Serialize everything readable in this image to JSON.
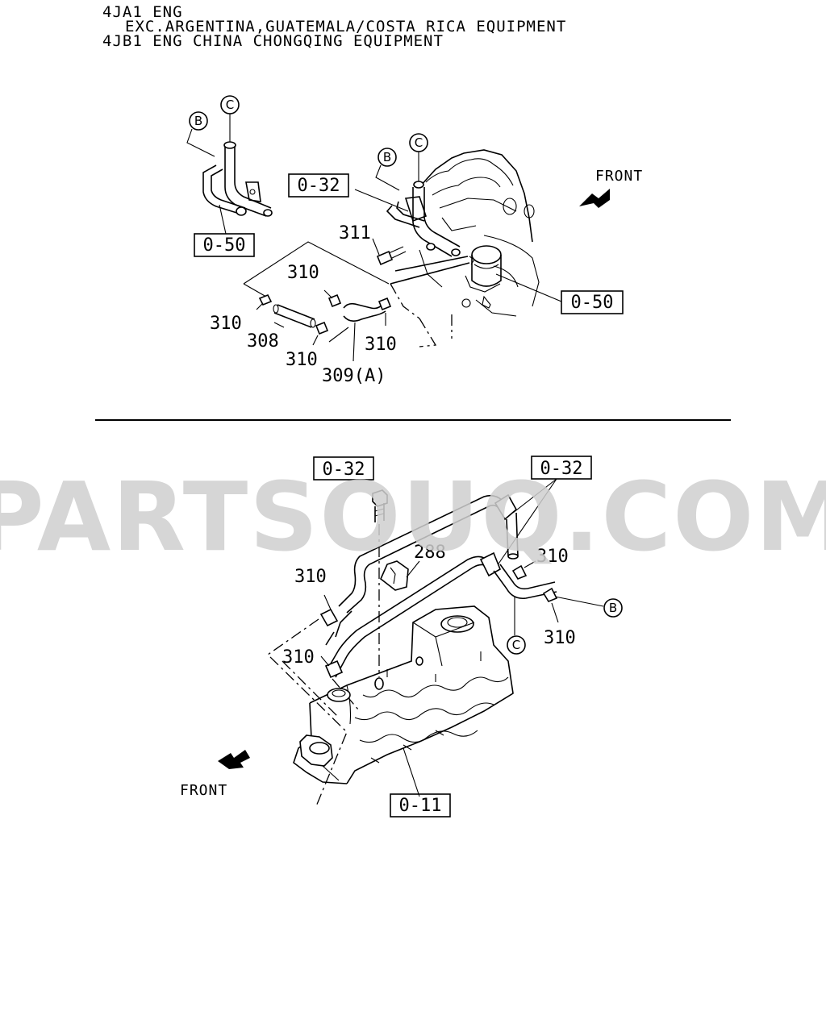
{
  "header": {
    "line1": "4JA1 ENG",
    "line2": "EXC.ARGENTINA,GUATEMALA/COSTA RICA EQUIPMENT",
    "line3": "4JB1 ENG CHINA CHONGQING EQUIPMENT"
  },
  "watermark": "PARTSOUQ.COM",
  "top_diagram": {
    "refs": {
      "r032": "0-32",
      "r050_left": "0-50",
      "r050_right": "0-50"
    },
    "circles": {
      "b1": "B",
      "c1": "C",
      "b2": "B",
      "c2": "C"
    },
    "parts": {
      "p311": "311",
      "p310_a": "310",
      "p310_b": "310",
      "p310_c": "310",
      "p310_d": "310",
      "p308": "308",
      "p309": "309(A)"
    },
    "front": "FRONT"
  },
  "bottom_diagram": {
    "refs": {
      "r032_left": "0-32",
      "r032_right": "0-32",
      "r011": "0-11"
    },
    "circles": {
      "b": "B",
      "c": "C"
    },
    "parts": {
      "p288": "288",
      "p310_a": "310",
      "p310_b": "310",
      "p310_c": "310",
      "p310_d": "310"
    },
    "front": "FRONT"
  }
}
